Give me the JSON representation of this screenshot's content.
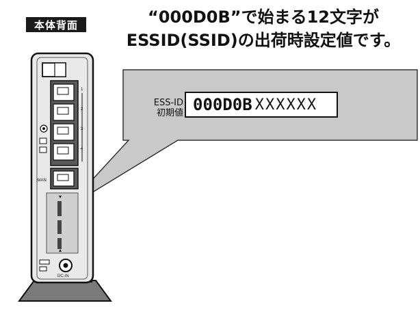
{
  "badge": "本体背面",
  "headline": {
    "line1": "“000D0B”で始まる12文字が",
    "line2": "ESSID(SSID)の出荷時設定値です。"
  },
  "callout": {
    "label_line1": "ESS-ID",
    "label_line2": "初期値",
    "value_prefix": "000D0B",
    "value_suffix": "XXXXXX"
  },
  "device": {
    "port_numbers": [
      "1",
      "2",
      "3",
      "4"
    ],
    "wan_label": "WAN",
    "dc_label": "DC-IN"
  },
  "colors": {
    "callout_fill": "#c9c9c9",
    "device_body": "#e9e9e9",
    "stand": "#7a7a7a",
    "badge_bg": "#1a1a1a"
  }
}
